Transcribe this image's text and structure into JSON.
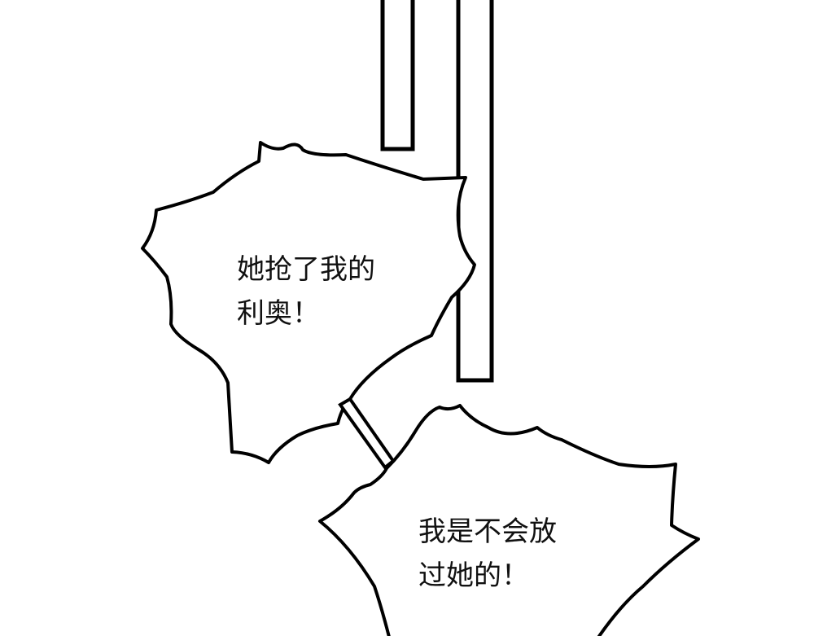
{
  "colors": {
    "ink": "#000000",
    "paper": "#ffffff"
  },
  "bubbles": [
    {
      "lines": [
        "她抢了我的",
        "利奥！"
      ]
    },
    {
      "lines": [
        "我是不会放",
        "过她的！"
      ]
    }
  ]
}
